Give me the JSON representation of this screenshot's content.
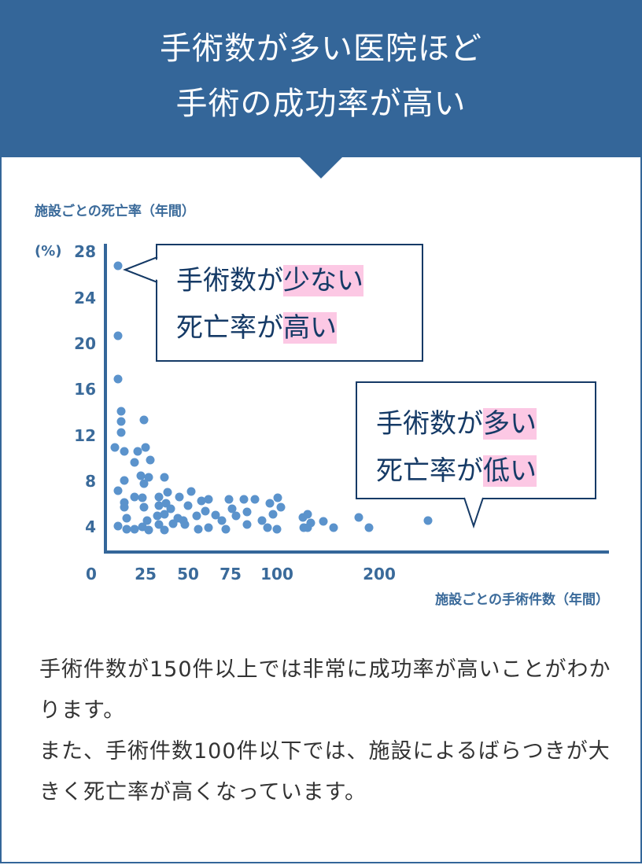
{
  "header": {
    "title_line1": "手術数が多い医院ほど",
    "title_line2": "手術の成功率が高い",
    "background": "#346699"
  },
  "callouts": {
    "high": {
      "line1_prefix": "手術数が",
      "line1_highlight": "少ない",
      "line2_prefix": "死亡率が",
      "line2_highlight": "高い"
    },
    "low": {
      "line1_prefix": "手術数が",
      "line1_highlight": "多い",
      "line2_prefix": "死亡率が",
      "line2_highlight": "低い"
    },
    "highlight_color": "#fcc8e4",
    "border_color": "#153a66"
  },
  "description": {
    "paragraph1": "手術件数が150件以上では非常に成功率が高いことがわかります。",
    "paragraph2": "また、手術件数100件以下では、施設によるばらつきが大きく死亡率が高くなっています。"
  },
  "chart_data": {
    "type": "scatter",
    "title": "",
    "ylabel": "施設ごとの死亡率（年間）",
    "yunit": "(%)",
    "xlabel": "施設ごとの手術件数（年間）",
    "x_tick_labels": [
      "0",
      "25",
      "50",
      "75",
      "100",
      "200"
    ],
    "y_tick_labels": [
      "28",
      "24",
      "20",
      "16",
      "12",
      "8",
      "4"
    ],
    "ylim": [
      0,
      28
    ],
    "xlim": [
      0,
      250
    ],
    "grid": false,
    "legend": null,
    "point_color": "#5b93cc",
    "axis_color": "#346699",
    "points": [
      {
        "x": 8,
        "y": 26.5
      },
      {
        "x": 8,
        "y": 20
      },
      {
        "x": 8,
        "y": 16
      },
      {
        "x": 10,
        "y": 13
      },
      {
        "x": 10,
        "y": 12
      },
      {
        "x": 10,
        "y": 11
      },
      {
        "x": 24,
        "y": 12.2
      },
      {
        "x": 6,
        "y": 9.6
      },
      {
        "x": 12,
        "y": 9.2
      },
      {
        "x": 20,
        "y": 9.2
      },
      {
        "x": 25,
        "y": 9.6
      },
      {
        "x": 18,
        "y": 8.2
      },
      {
        "x": 28,
        "y": 8.4
      },
      {
        "x": 22,
        "y": 7
      },
      {
        "x": 27,
        "y": 6.8
      },
      {
        "x": 12,
        "y": 6.5
      },
      {
        "x": 24,
        "y": 6.2
      },
      {
        "x": 36,
        "y": 6.8
      },
      {
        "x": 8,
        "y": 5.6
      },
      {
        "x": 18,
        "y": 5
      },
      {
        "x": 23,
        "y": 4.9
      },
      {
        "x": 12,
        "y": 4.5
      },
      {
        "x": 12,
        "y": 4
      },
      {
        "x": 24,
        "y": 4
      },
      {
        "x": 13,
        "y": 3
      },
      {
        "x": 26,
        "y": 2.8
      },
      {
        "x": 8,
        "y": 2.3
      },
      {
        "x": 13,
        "y": 2
      },
      {
        "x": 18,
        "y": 2
      },
      {
        "x": 23,
        "y": 2.2
      },
      {
        "x": 27,
        "y": 1.9
      },
      {
        "x": 33,
        "y": 2.4
      },
      {
        "x": 36,
        "y": 1.9
      },
      {
        "x": 33,
        "y": 5
      },
      {
        "x": 38,
        "y": 5.4
      },
      {
        "x": 33,
        "y": 4.2
      },
      {
        "x": 37,
        "y": 4.4
      },
      {
        "x": 40,
        "y": 3.9
      },
      {
        "x": 32,
        "y": 3.2
      },
      {
        "x": 36,
        "y": 3.4
      },
      {
        "x": 44,
        "y": 3
      },
      {
        "x": 47,
        "y": 2.8
      },
      {
        "x": 45,
        "y": 5
      },
      {
        "x": 52,
        "y": 5.5
      },
      {
        "x": 50,
        "y": 4.2
      },
      {
        "x": 48,
        "y": 2.4
      },
      {
        "x": 41,
        "y": 2.5
      },
      {
        "x": 55,
        "y": 3.2
      },
      {
        "x": 58,
        "y": 4.6
      },
      {
        "x": 62,
        "y": 4.8
      },
      {
        "x": 60,
        "y": 3.7
      },
      {
        "x": 66,
        "y": 3.3
      },
      {
        "x": 70,
        "y": 2.8
      },
      {
        "x": 62,
        "y": 2.1
      },
      {
        "x": 74,
        "y": 4.8
      },
      {
        "x": 76,
        "y": 3.9
      },
      {
        "x": 78,
        "y": 3.2
      },
      {
        "x": 82,
        "y": 4.8
      },
      {
        "x": 84,
        "y": 3.6
      },
      {
        "x": 88,
        "y": 4.8
      },
      {
        "x": 92,
        "y": 2.8
      },
      {
        "x": 96,
        "y": 4.4
      },
      {
        "x": 98,
        "y": 3.4
      },
      {
        "x": 101,
        "y": 4.9
      },
      {
        "x": 104,
        "y": 4
      },
      {
        "x": 95,
        "y": 2.1
      },
      {
        "x": 100,
        "y": 2
      },
      {
        "x": 84,
        "y": 2.4
      },
      {
        "x": 72,
        "y": 2
      },
      {
        "x": 56,
        "y": 2
      },
      {
        "x": 125,
        "y": 3.1
      },
      {
        "x": 130,
        "y": 3.4
      },
      {
        "x": 133,
        "y": 2.6
      },
      {
        "x": 126,
        "y": 2.1
      },
      {
        "x": 130,
        "y": 2.1
      },
      {
        "x": 145,
        "y": 2.7
      },
      {
        "x": 155,
        "y": 2.1
      },
      {
        "x": 180,
        "y": 3.1
      },
      {
        "x": 190,
        "y": 2.1
      },
      {
        "x": 240,
        "y": 2.8
      }
    ]
  }
}
